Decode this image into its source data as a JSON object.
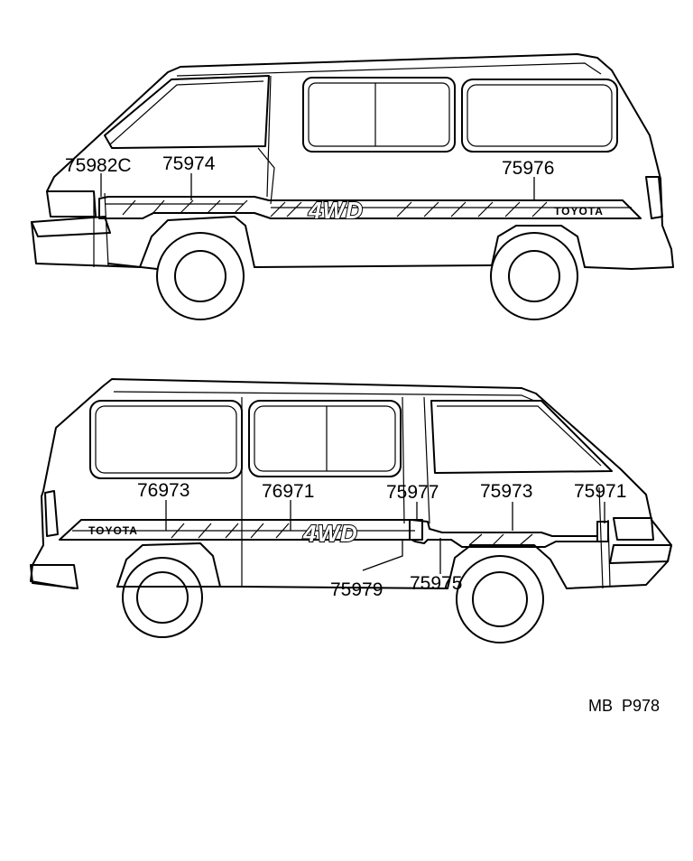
{
  "top_view": {
    "labels": [
      "75982C",
      "75974",
      "75976"
    ],
    "stripe_brand": "TOYOTA",
    "stripe_logo": "4WD"
  },
  "bottom_view": {
    "labels": [
      "76973",
      "76971",
      "75977",
      "75973",
      "75971",
      "75979",
      "75975"
    ],
    "stripe_brand": "TOYOTA",
    "stripe_logo": "4WD"
  },
  "page_code": "MB  P978"
}
